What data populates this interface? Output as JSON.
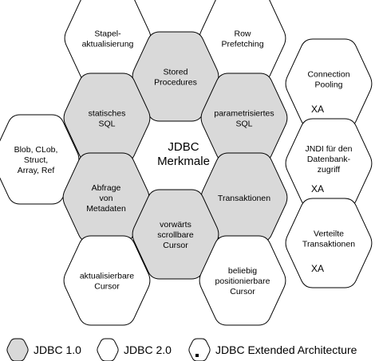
{
  "center": {
    "lines": [
      "JDBC",
      "Merkmale"
    ]
  },
  "hexagons": [
    {
      "id": "stapel",
      "lines": [
        "Stapel-",
        "aktualisierung"
      ],
      "category": "jdbc2",
      "xa": ""
    },
    {
      "id": "row-prefetching",
      "lines": [
        "Row",
        "Prefetching"
      ],
      "category": "jdbc2",
      "xa": ""
    },
    {
      "id": "stored-procedures",
      "lines": [
        "Stored",
        "Procedures"
      ],
      "category": "jdbc1",
      "xa": ""
    },
    {
      "id": "connection-pooling",
      "lines": [
        "Connection",
        "Pooling"
      ],
      "category": "extended",
      "xa": "XA"
    },
    {
      "id": "statisches-sql",
      "lines": [
        "statisches",
        "SQL"
      ],
      "category": "jdbc1",
      "xa": ""
    },
    {
      "id": "parametrisiertes-sql",
      "lines": [
        "parametrisiertes",
        "SQL"
      ],
      "category": "jdbc1",
      "xa": ""
    },
    {
      "id": "blob-clob",
      "lines": [
        "Blob, CLob,",
        "Struct,",
        "Array, Ref"
      ],
      "category": "jdbc2",
      "xa": ""
    },
    {
      "id": "jndi",
      "lines": [
        "JNDI für den",
        "Datenbank-",
        "zugriff"
      ],
      "category": "extended",
      "xa": "XA"
    },
    {
      "id": "abfrage-metadaten",
      "lines": [
        "Abfrage",
        "von",
        "Metadaten"
      ],
      "category": "jdbc1",
      "xa": ""
    },
    {
      "id": "transaktionen",
      "lines": [
        "Transaktionen"
      ],
      "category": "jdbc1",
      "xa": ""
    },
    {
      "id": "verteilte-transaktionen",
      "lines": [
        "Verteilte",
        "Transaktionen"
      ],
      "category": "extended",
      "xa": "XA"
    },
    {
      "id": "vorwaerts-cursor",
      "lines": [
        "vorwärts",
        "scrollbare",
        "Cursor"
      ],
      "category": "jdbc1",
      "xa": ""
    },
    {
      "id": "aktualisierbare-cursor",
      "lines": [
        "aktualisierbare",
        "Cursor"
      ],
      "category": "jdbc2",
      "xa": ""
    },
    {
      "id": "beliebig-cursor",
      "lines": [
        "beliebig",
        "positionierbare",
        "Cursor"
      ],
      "category": "jdbc2",
      "xa": ""
    }
  ],
  "legend": [
    {
      "category": "jdbc1",
      "label": "JDBC 1.0"
    },
    {
      "category": "jdbc2",
      "label": "JDBC 2.0"
    },
    {
      "category": "extended",
      "label": "JDBC Extended Architecture"
    }
  ],
  "colors": {
    "jdbc1": "#d9d9d9",
    "jdbc2": "#ffffff",
    "extended": "#ffffff",
    "stroke": "#000000"
  }
}
